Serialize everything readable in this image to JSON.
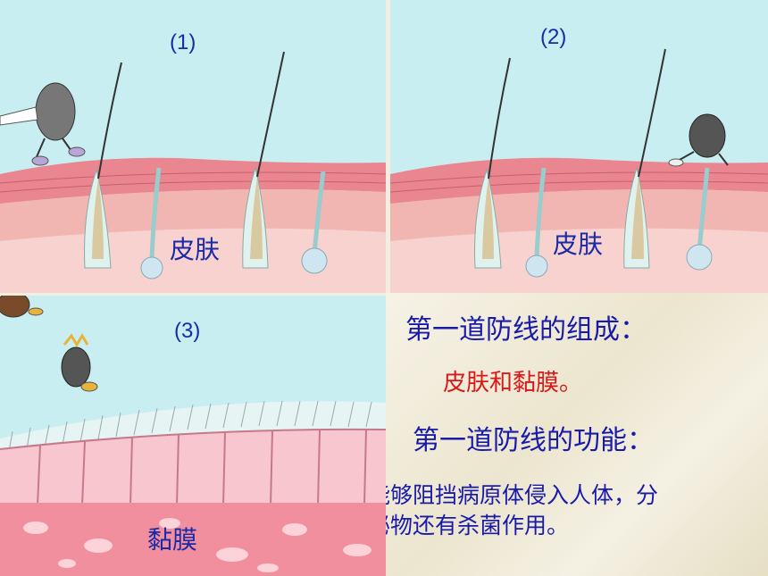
{
  "panels": {
    "p1": {
      "number": "(1)",
      "tissue": "皮肤"
    },
    "p2": {
      "number": "(2)",
      "tissue": "皮肤"
    },
    "p3": {
      "number": "(3)",
      "tissue": "黏膜"
    }
  },
  "text": {
    "heading1": "第一道防线的组成：",
    "answer1": "皮肤和黏膜。",
    "heading2": "第一道防线的功能：",
    "answer2_line1": "能够阻挡病原体侵入人体，分",
    "answer2_line2": "泌物还有杀菌作用。"
  },
  "colors": {
    "label_blue": "#1b2aa6",
    "answer_red": "#d81818",
    "sky": "#c9eef2",
    "skin_pink": "#f4a8ad",
    "mucosa_pink": "#f28f9f"
  }
}
